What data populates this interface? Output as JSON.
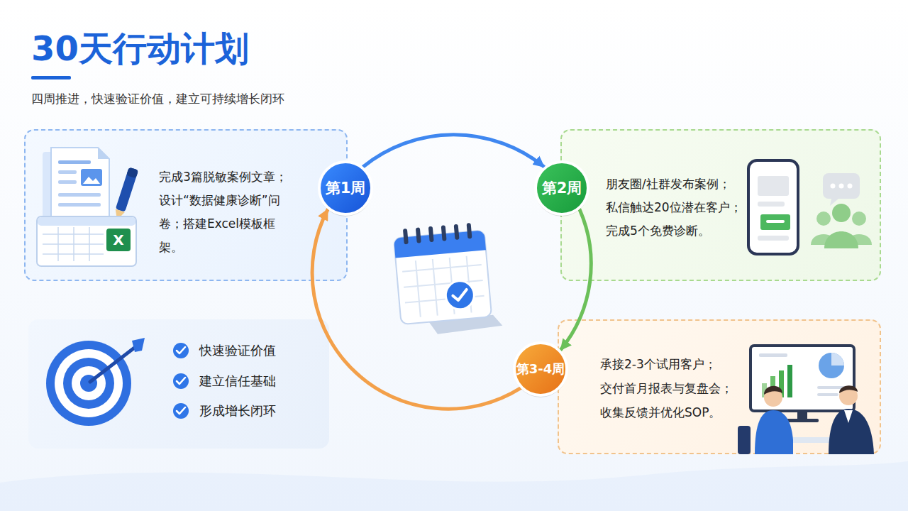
{
  "diagram": {
    "title": "30天行动计划",
    "nodes": [
      {
        "text": [
          "完成3篇脱敏案例文章；",
          "设计“数据健康诊断”问卷；搭建Excel模板框架。"
        ]
      },
      {
        "text": [
          "第1周"
        ]
      },
      {
        "text": [
          "第2周"
        ]
      },
      {
        "text": [
          "朋友圈/社群发布案例；",
          "私信触达20位潜在客户；",
          "完成5个免费诊断。"
        ]
      },
      {
        "text": [
          "快速验证价值",
          "建立信任基础",
          "形成增长闭环"
        ]
      },
      {
        "text": [
          "第3-4周"
        ]
      },
      {
        "text": [
          "承接2-3个试用客户；",
          "交付首月报表与复盘会；",
          "收集反馈并优化SOP。"
        ]
      }
    ],
    "edges": [
      {
        "from": 1,
        "to": 2,
        "arrow": "to"
      },
      {
        "from": 2,
        "to": 5,
        "arrow": "to"
      },
      {
        "from": 5,
        "to": 1,
        "arrow": "to"
      }
    ],
    "labels": [
      "四周推进，快速验证价值，建立可持续增长闭环",
      "X"
    ]
  }
}
